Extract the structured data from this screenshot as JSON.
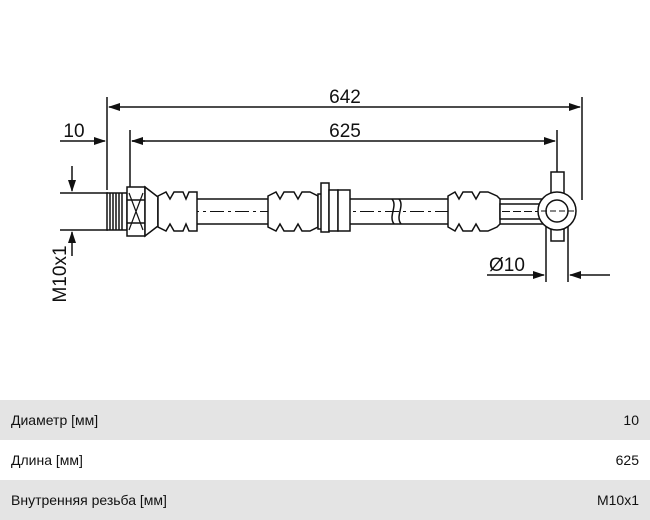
{
  "drawing": {
    "dim_overall": "642",
    "dim_hose": "625",
    "dim_thread_length": "10",
    "dim_eye_diameter": "Ø10",
    "dim_thread": "M10x1"
  },
  "specs": [
    {
      "label": "Диаметр [мм]",
      "value": "10"
    },
    {
      "label": "Длина [мм]",
      "value": "625"
    },
    {
      "label": "Внутренняя резьба [мм]",
      "value": "M10x1"
    }
  ]
}
